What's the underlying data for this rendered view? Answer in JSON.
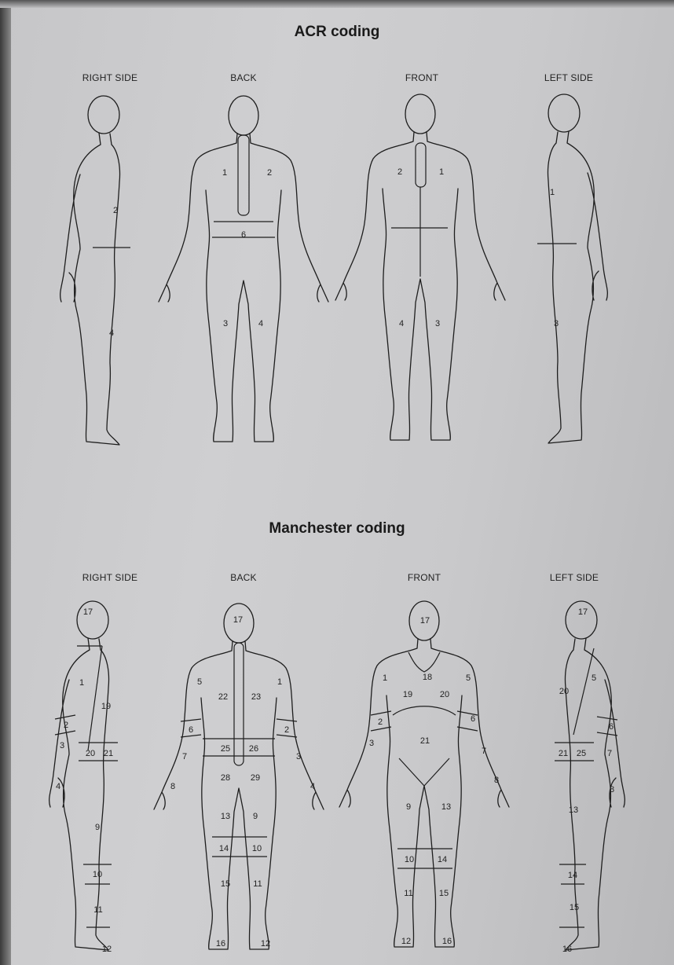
{
  "acr": {
    "title": "ACR coding",
    "views": [
      "RIGHT SIDE",
      "BACK",
      "FRONT",
      "LEFT SIDE"
    ],
    "right_side": [
      "2",
      "4"
    ],
    "back": [
      "1",
      "2",
      "6",
      "3",
      "4"
    ],
    "front": [
      "2",
      "1",
      "4",
      "3"
    ],
    "left_side": [
      "1",
      "3"
    ]
  },
  "manchester": {
    "title": "Manchester coding",
    "views": [
      "RIGHT SIDE",
      "BACK",
      "FRONT",
      "LEFT SIDE"
    ],
    "right_side": [
      "17",
      "1",
      "19",
      "2",
      "3",
      "20",
      "21",
      "4",
      "9",
      "10",
      "11",
      "12"
    ],
    "back": [
      "17",
      "5",
      "1",
      "22",
      "23",
      "6",
      "2",
      "25",
      "26",
      "7",
      "3",
      "8",
      "4",
      "28",
      "29",
      "13",
      "9",
      "14",
      "10",
      "15",
      "11",
      "16",
      "12"
    ],
    "front": [
      "17",
      "18",
      "1",
      "5",
      "19",
      "20",
      "2",
      "6",
      "21",
      "3",
      "7",
      "8",
      "9",
      "13",
      "10",
      "14",
      "11",
      "15",
      "12",
      "16"
    ],
    "left_side": [
      "17",
      "5",
      "20",
      "6",
      "21",
      "25",
      "7",
      "8",
      "13",
      "14",
      "15",
      "16"
    ]
  }
}
